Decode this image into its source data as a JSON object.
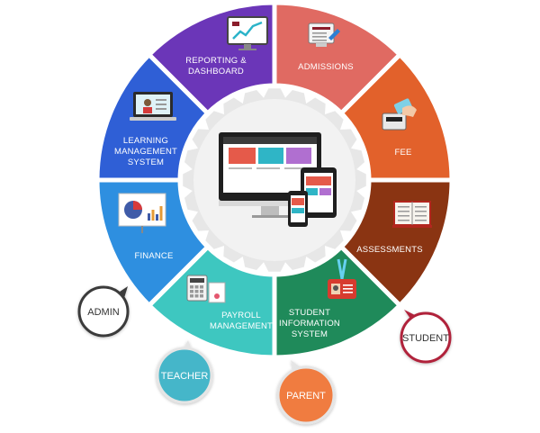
{
  "segments": [
    {
      "id": "admissions",
      "lines": [
        "ADMISSIONS"
      ],
      "color": "#e06a62",
      "icon": "admission-form-icon"
    },
    {
      "id": "fee",
      "lines": [
        "FEE"
      ],
      "color": "#e2612b",
      "icon": "card-payment-icon"
    },
    {
      "id": "assessments",
      "lines": [
        "ASSESSMENTS"
      ],
      "color": "#8a3412",
      "icon": "open-book-icon"
    },
    {
      "id": "student-information-system",
      "lines": [
        "STUDENT",
        "INFORMATION",
        "SYSTEM"
      ],
      "color": "#1f8a5a",
      "icon": "id-badge-icon"
    },
    {
      "id": "payroll-management",
      "lines": [
        "PAYROLL",
        "MANAGEMENT"
      ],
      "color": "#3ec7c0",
      "icon": "calculator-icon"
    },
    {
      "id": "finance",
      "lines": [
        "FINANCE"
      ],
      "color": "#2e8fe0",
      "icon": "presentation-chart-icon"
    },
    {
      "id": "learning-management-system",
      "lines": [
        "LEARNING",
        "MANAGEMENT",
        "SYSTEM"
      ],
      "color": "#2f5fd6",
      "icon": "video-lesson-icon"
    },
    {
      "id": "reporting-dashboard",
      "lines": [
        "REPORTING &",
        "DASHBOARD"
      ],
      "color": "#6b36b8",
      "icon": "dashboard-monitor-icon"
    }
  ],
  "center": {
    "icon": "multi-device-icon"
  },
  "bubbles": [
    {
      "id": "admin",
      "label": "ADMIN",
      "fill": "#ffffff",
      "border": "#3a3a3a",
      "text": "#333333"
    },
    {
      "id": "teacher",
      "label": "TEACHER",
      "fill": "#45b6c9",
      "border": "#e5e5e5",
      "text": "#ffffff"
    },
    {
      "id": "parent",
      "label": "PARENT",
      "fill": "#f07b3f",
      "border": "#e5e5e5",
      "text": "#ffffff"
    },
    {
      "id": "student",
      "label": "STUDENT",
      "fill": "#ffffff",
      "border": "#b0243a",
      "text": "#333333"
    }
  ]
}
